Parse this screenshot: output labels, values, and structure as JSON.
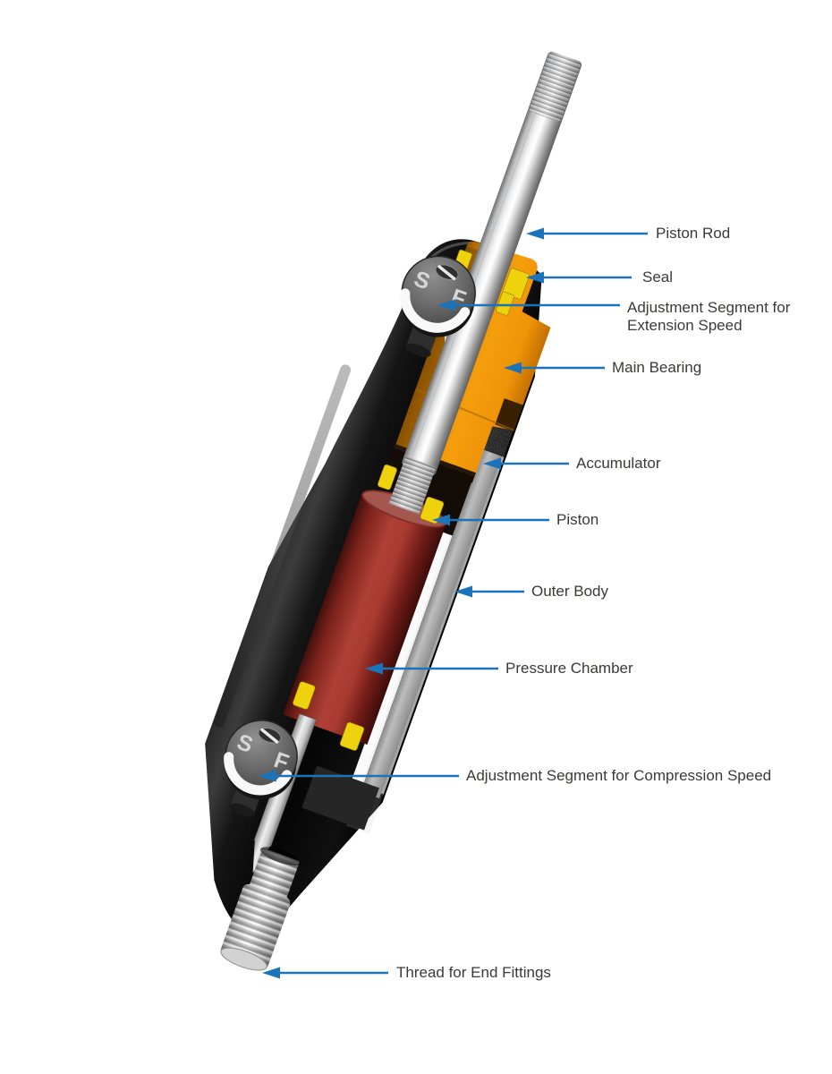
{
  "diagram": {
    "type": "technical-cutaway-illustration",
    "subject": "industrial shock absorber cross-section",
    "labels": {
      "piston_rod": "Piston Rod",
      "seal": "Seal",
      "adj_extension": "Adjustment Segment for Extension Speed",
      "main_bearing": "Main Bearing",
      "accumulator": "Accumulator",
      "piston": "Piston",
      "outer_body": "Outer Body",
      "pressure_chamber": "Pressure Chamber",
      "adj_compression": "Adjustment Segment for Compression Speed",
      "thread_end_fittings": "Thread for End Fittings"
    },
    "knobs": {
      "s": "S",
      "f": "F"
    },
    "colors": {
      "arrow_blue": "#1b74ba",
      "label_text": "#3a3a38",
      "bearing_orange": "#f39a00",
      "chamber_red": "#a83a30",
      "seal_yellow": "#eed20e",
      "body_black": "#111111"
    }
  }
}
